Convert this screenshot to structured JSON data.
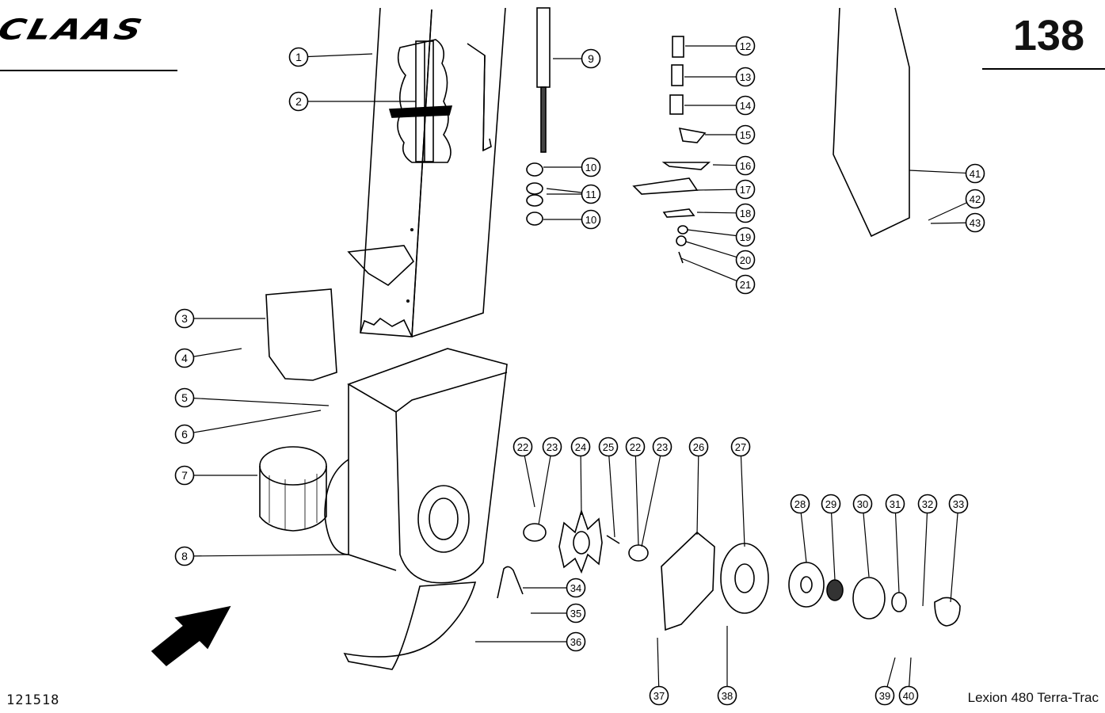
{
  "header": {
    "brand": "CLAAS",
    "page_number": "138"
  },
  "footer": {
    "drawing_number": "121518",
    "model": "Lexion 480 Terra-Trac"
  },
  "callouts": [
    "1",
    "2",
    "3",
    "4",
    "5",
    "6",
    "7",
    "8",
    "9",
    "10",
    "10",
    "11",
    "12",
    "13",
    "14",
    "15",
    "16",
    "17",
    "18",
    "19",
    "20",
    "21",
    "22",
    "23",
    "24",
    "25",
    "22",
    "23",
    "26",
    "27",
    "28",
    "29",
    "30",
    "31",
    "32",
    "33",
    "34",
    "35",
    "36",
    "37",
    "38",
    "39",
    "40",
    "41",
    "42",
    "43"
  ]
}
